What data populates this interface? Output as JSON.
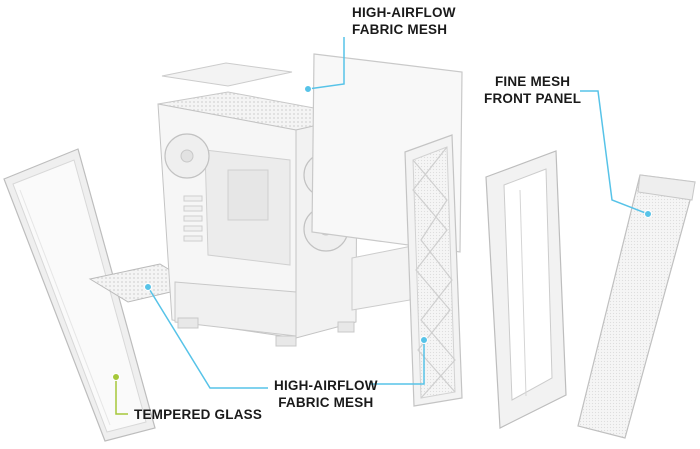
{
  "colors": {
    "callout_line_blue": "#57c3e8",
    "callout_line_green": "#a6c83a",
    "label_text": "#1a1a1a",
    "panel_white": "#f7f7f7",
    "panel_edge": "#cfcfcf"
  },
  "labels": {
    "top_mesh": {
      "line1": "HIGH-AIRFLOW",
      "line2": "FABRIC MESH"
    },
    "front_mesh": {
      "line1": "FINE MESH",
      "line2": "FRONT PANEL"
    },
    "bottom_mesh": {
      "line1": "HIGH-AIRFLOW",
      "line2": "FABRIC MESH"
    },
    "glass": {
      "line1": "TEMPERED GLASS"
    }
  }
}
